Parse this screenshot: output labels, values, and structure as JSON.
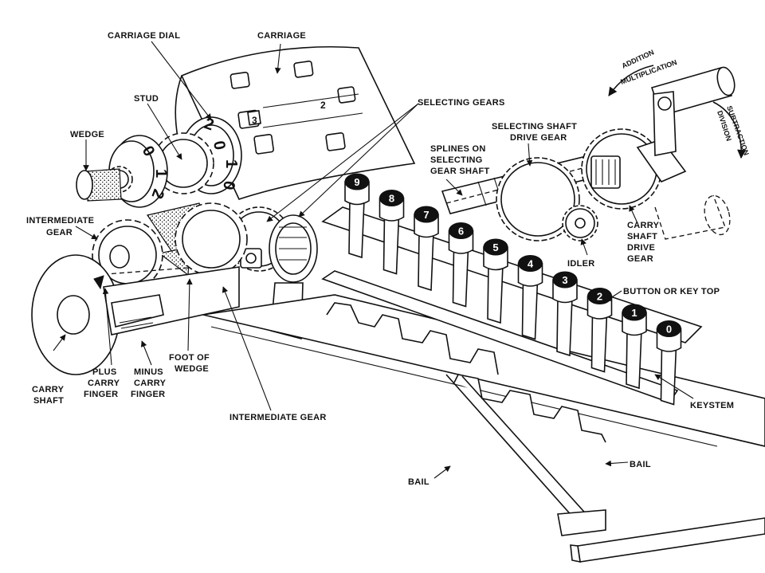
{
  "labels": {
    "carriage_dial": "CARRIAGE DIAL",
    "carriage": "CARRIAGE",
    "selecting_gears": "SELECTING GEARS",
    "stud": "STUD",
    "wedge": "WEDGE",
    "selecting_shaft_drive_gear_line1": "SELECTING SHAFT",
    "selecting_shaft_drive_gear_line2": "DRIVE GEAR",
    "splines_line1": "SPLINES ON",
    "splines_line2": "SELECTING",
    "splines_line3": "GEAR SHAFT",
    "addition": "ADDITION",
    "multiplication": "MULTIPLICATION",
    "subtraction": "SUBTRACTION",
    "division": "DIVISION",
    "intermediate_gear_left_line1": "INTERMEDIATE",
    "intermediate_gear_left_line2": "GEAR",
    "idler": "IDLER",
    "carry_shaft_drive_gear_line1": "CARRY",
    "carry_shaft_drive_gear_line2": "SHAFT",
    "carry_shaft_drive_gear_line3": "DRIVE",
    "carry_shaft_drive_gear_line4": "GEAR",
    "button_or_key_top": "BUTTON OR KEY TOP",
    "foot_of_wedge_line1": "FOOT OF",
    "foot_of_wedge_line2": "WEDGE",
    "carry_shaft_line1": "CARRY",
    "carry_shaft_line2": "SHAFT",
    "plus_carry_finger_line1": "PLUS",
    "plus_carry_finger_line2": "CARRY",
    "plus_carry_finger_line3": "FINGER",
    "minus_carry_finger_line1": "MINUS",
    "minus_carry_finger_line2": "CARRY",
    "minus_carry_finger_line3": "FINGER",
    "intermediate_gear_bottom": "INTERMEDIATE GEAR",
    "keystem": "KEYSTEM",
    "bail_right": "BAIL",
    "bail_left": "BAIL"
  },
  "keys": [
    "9",
    "8",
    "7",
    "6",
    "5",
    "4",
    "3",
    "2",
    "1",
    "0"
  ],
  "carriage_dial_digits": [
    "2",
    "0",
    "1",
    "0"
  ],
  "carriage_slot_numbers": [
    "3",
    "2"
  ],
  "dial_wheel_digits": [
    "0",
    "1",
    "2"
  ]
}
